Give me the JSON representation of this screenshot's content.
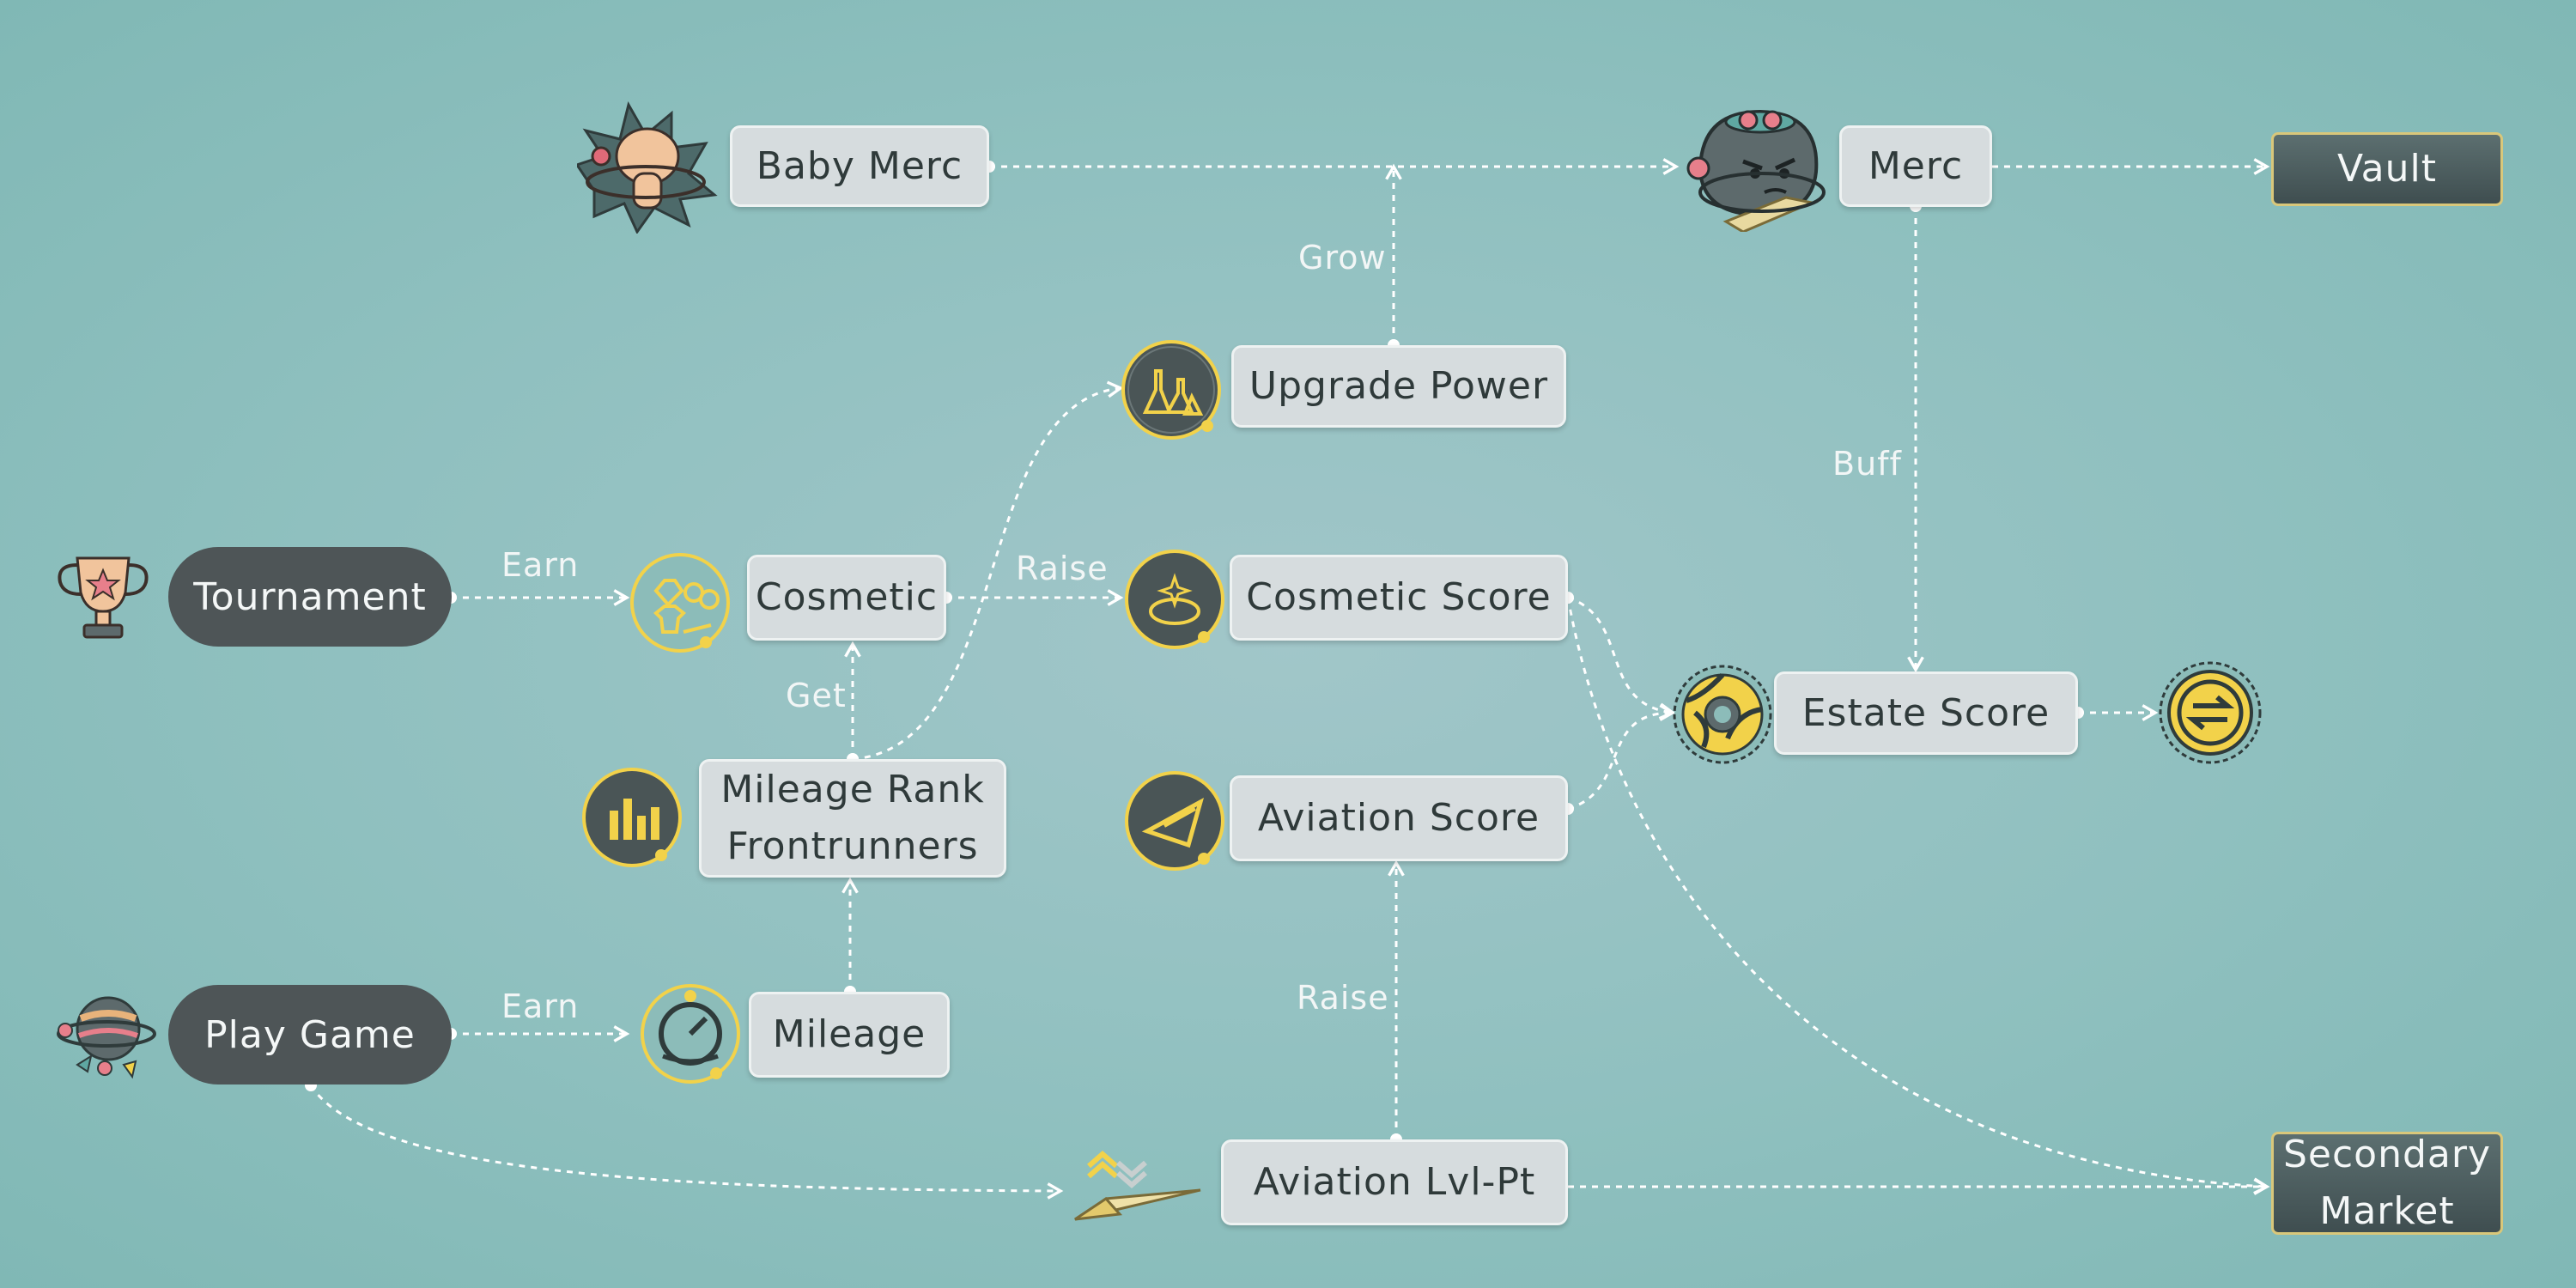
{
  "nodes": {
    "baby_merc": "Baby Merc",
    "merc": "Merc",
    "vault": "Vault",
    "upgrade_power": "Upgrade Power",
    "tournament": "Tournament",
    "cosmetic": "Cosmetic",
    "cosmetic_score": "Cosmetic Score",
    "estate_score": "Estate Score",
    "mileage_rank": "Mileage Rank\nFrontrunners",
    "aviation_score": "Aviation Score",
    "play_game": "Play Game",
    "mileage": "Mileage",
    "aviation_lvl": "Aviation Lvl-Pt",
    "secondary_market": "Secondary\nMarket"
  },
  "edge_labels": {
    "grow": "Grow",
    "buff": "Buff",
    "earn_tournament": "Earn",
    "raise_cosmetic": "Raise",
    "get": "Get",
    "earn_game": "Earn",
    "raise_aviation": "Raise"
  },
  "icons": [
    "baby-merc-character-icon",
    "merc-character-icon",
    "trophy-icon",
    "flask-icon",
    "cosmetic-items-icon",
    "sparkle-ring-icon",
    "estate-shield-icon",
    "exchange-coin-icon",
    "bar-chart-icon",
    "paper-plane-triangle-icon",
    "gauge-icon",
    "planet-rocket-icon",
    "paper-plane-upgrade-icon"
  ],
  "colors": {
    "accent": "#f2d24a",
    "node_fill": "#d6dcde",
    "dark_node": "#4e5557",
    "edge": "#ffffff"
  }
}
